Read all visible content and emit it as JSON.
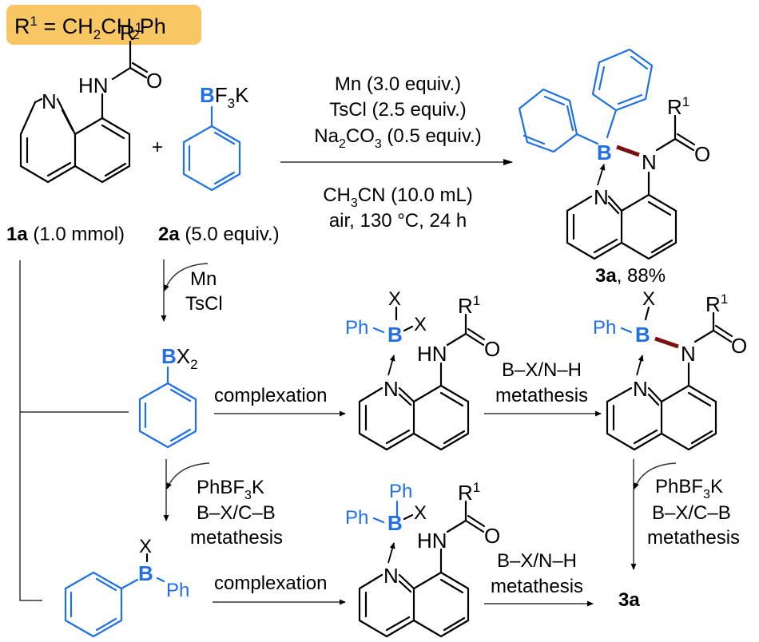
{
  "substituent_label": {
    "prefix": "R",
    "sup": "1",
    "eq": " = CH",
    "s1": "2",
    "mid": "CH",
    "s2": "2",
    "tail": "Ph"
  },
  "colors": {
    "boron": "#1f6fe5",
    "new_bond": "#7a1111",
    "highlight_box": "#f9c664",
    "text": "#000000"
  },
  "atoms": {
    "R": "R",
    "R_sup": "1",
    "HN": "HN",
    "N": "N",
    "O": "O",
    "B": "B",
    "X": "X",
    "Ph": "Ph",
    "F3K_F": "F",
    "F3K_3": "3",
    "F3K_K": "K",
    "X2_X": "X",
    "X2_2": "2"
  },
  "plus": "+",
  "reactants": {
    "r1": {
      "id": "1a",
      "amount": " (1.0 mmol)"
    },
    "r2": {
      "id": "2a",
      "amount": " (5.0 equiv.)"
    }
  },
  "conditions": {
    "above": [
      "Mn (3.0 equiv.)",
      "TsCl (2.5 equiv.)"
    ],
    "na2co3": {
      "a": "Na",
      "s1": "2",
      "b": "CO",
      "s2": "3",
      "c": " (0.5 equiv.)"
    },
    "ch3cn": {
      "a": "CH",
      "s": "3",
      "b": "CN (10.0 mL)"
    },
    "below2": "air, 130 °C, 24 h"
  },
  "product": {
    "id": "3a",
    "yield": ", 88%"
  },
  "step_labels": {
    "mn": "Mn",
    "tscl": "TsCl",
    "complexation": "complexation",
    "bxnh_1": "B–X/N–H",
    "metathesis": "metathesis",
    "phbf3k": {
      "a": "PhBF",
      "s": "3",
      "b": "K"
    },
    "bxcb": "B–X/C–B"
  },
  "final_product_ref": "3a"
}
